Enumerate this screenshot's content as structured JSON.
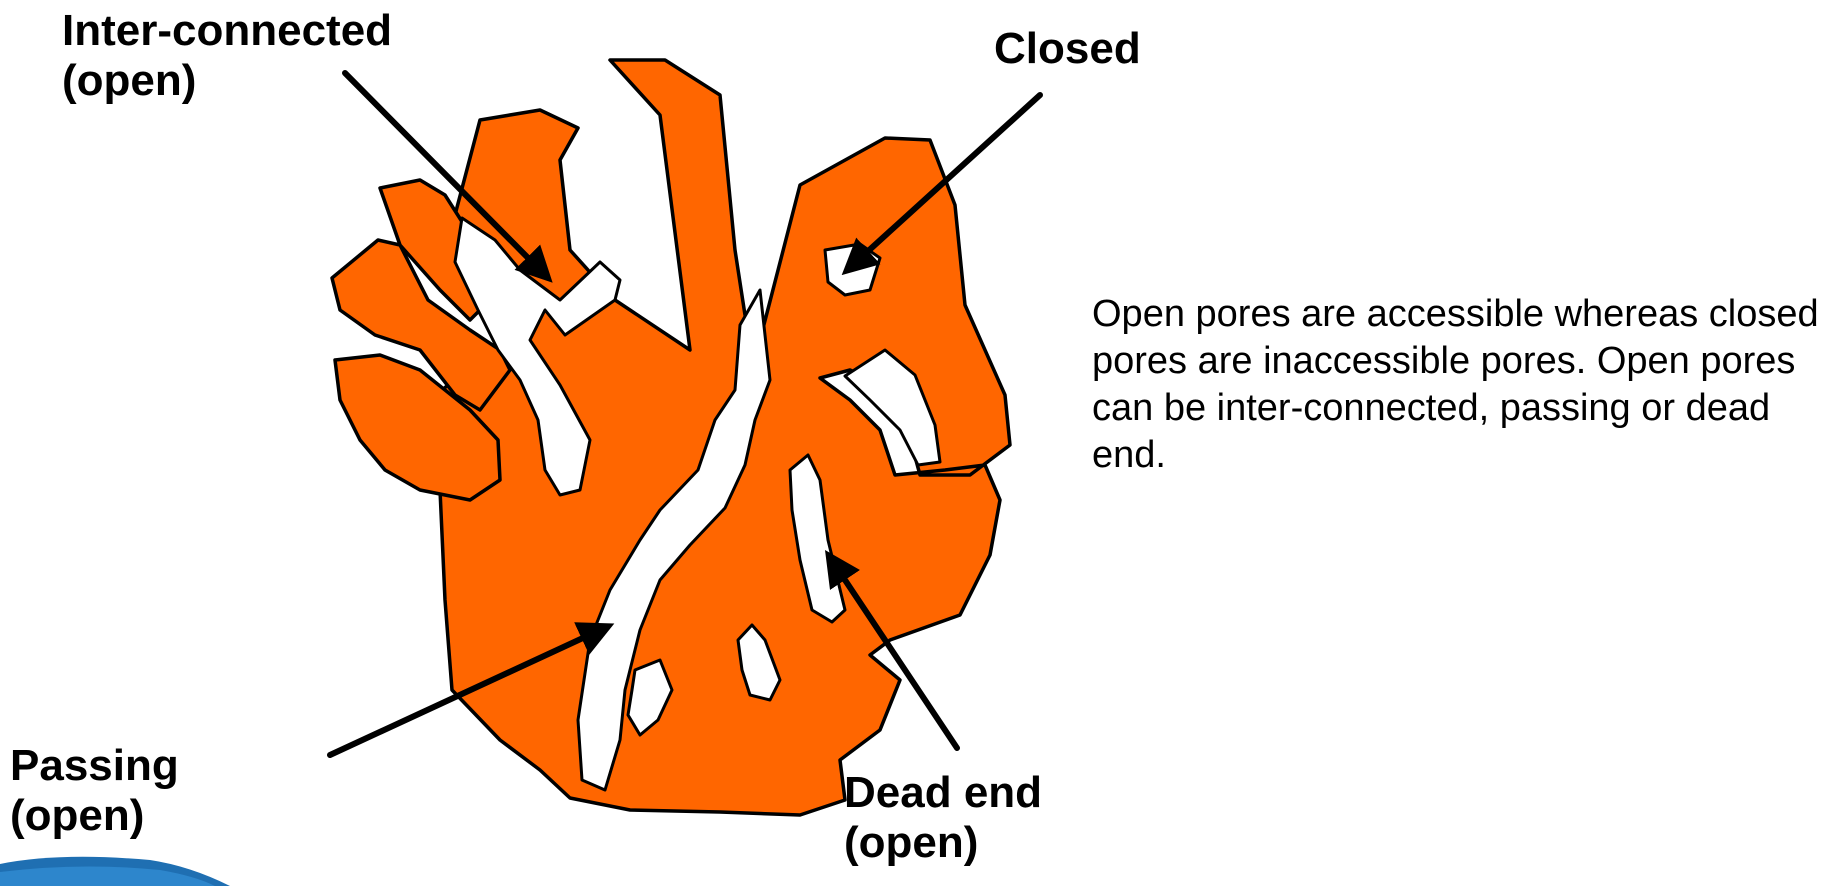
{
  "labels": {
    "inter_connected": "Inter-connected\n(open)",
    "closed": "Closed",
    "passing": "Passing\n(open)",
    "dead_end": "Dead end\n(open)"
  },
  "description": "Open pores are accessible whereas closed pores are inaccessible pores. Open pores can be inter-connected, passing or dead end.",
  "colors": {
    "grain": "#ff6600",
    "outline": "#000000",
    "accent": "#1f6fb2"
  }
}
